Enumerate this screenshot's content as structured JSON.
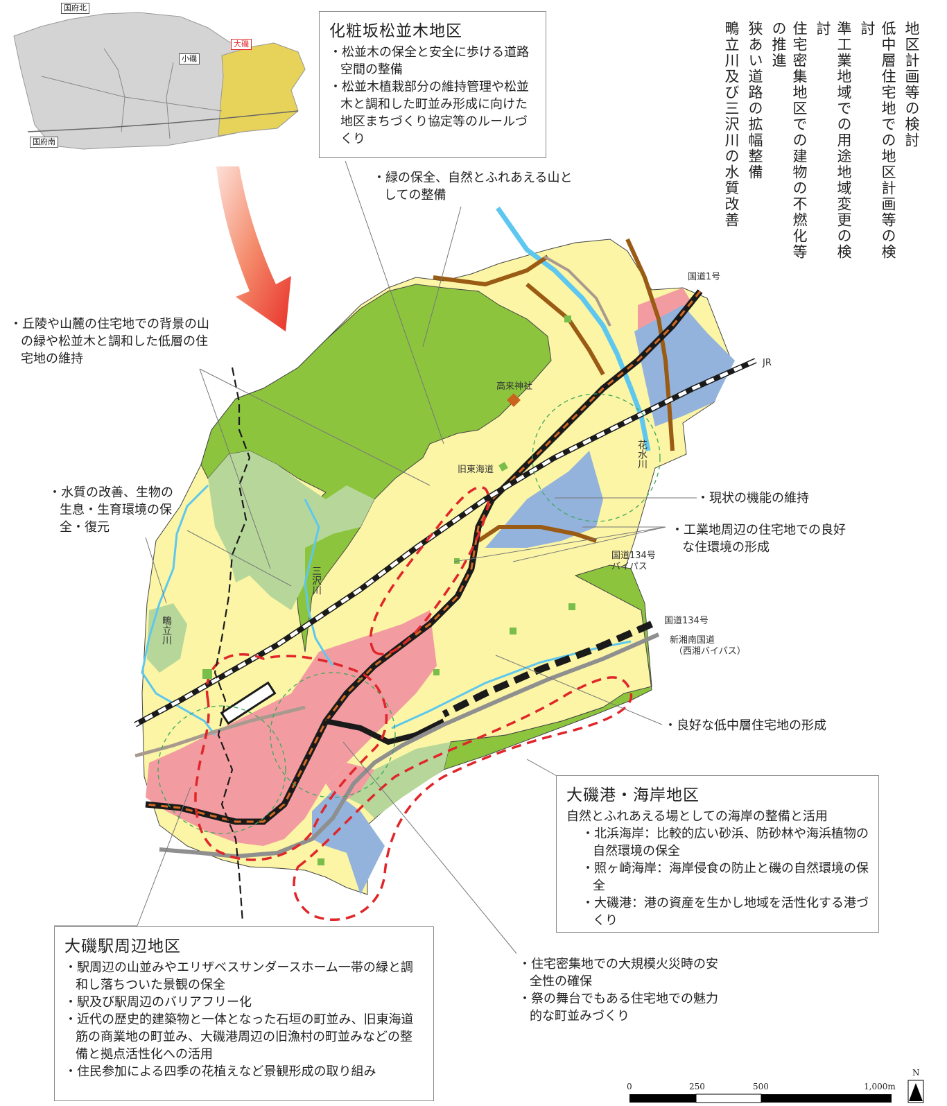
{
  "overview_tags": {
    "north": "国府北",
    "oiso": "大磯",
    "koiso": "小磯",
    "south": "国府南"
  },
  "districts": {
    "kewaizaka": {
      "title": "化粧坂松並木地区",
      "items": [
        "松並木の保全と安全に歩ける道路空間の整備",
        "松並木植栽部分の維持管理や松並木と調和した町並み形成に向けた地区まちづくり協定等のルールづくり"
      ]
    },
    "station": {
      "title": "大磯駅周辺地区",
      "items": [
        "駅周辺の山並みやエリザベスサンダースホーム一帯の緑と調和し落ちついた景観の保全",
        "駅及び駅周辺のバリアフリー化",
        "近代の歴史的建築物と一体となった石垣の町並み、旧東海道筋の商業地の町並み、大磯港周辺の旧漁村の町並みなどの整備と拠点活性化への活用",
        "住民参加による四季の花植えなど景観形成の取り組み"
      ]
    },
    "port": {
      "title": "大磯港・海岸地区",
      "lead": "自然とふれあえる場としての海岸の整備と活用",
      "items": [
        "北浜海岸：比較的広い砂浜、防砂林や海浜植物の自然環境の保全",
        "照ヶ崎海岸：海岸侵食の防止と磯の自然環境の保全",
        "大磯港：港の資産を生かし地域を活性化する港づくり"
      ]
    }
  },
  "vertical_notes": [
    "地区計画等の検討",
    "低中層住宅地での地区計画等の検討",
    "準工業地域での用途地域変更の検討",
    "住宅密集地区での建物の不燃化等の推進",
    "狭あい道路の拡幅整備",
    "鴫立川及び三沢川の水質改善"
  ],
  "notes": {
    "green": "緑の保全、自然とふれあえる山としての整備",
    "hillside": "丘陵や山麓の住宅地での背景の山の緑や松並木と調和した低層の住宅地の維持",
    "water": "水質の改善、生物の生息・生育環境の保全・復元",
    "maintain": "現状の機能の維持",
    "industrial": "工業地周辺の住宅地での良好な住環境の形成",
    "lowrise": "良好な低中層住宅地の形成",
    "fire": "住宅密集地での大規模火災時の安全性の確保",
    "festival": "祭の舞台でもある住宅地での魅力的な町並みづくり"
  },
  "map_labels": {
    "route1": "国道1号",
    "jr": "JR",
    "takaku": "高来神社",
    "kyutokaido": "旧東海道",
    "hanamizu": "花水川",
    "misawa": "三沢川",
    "shigitatsu": "鴫立川",
    "route134bp_1": "国道134号",
    "route134bp_2": "バイパス",
    "route134": "国道134号",
    "shinshonan_1": "新湘南国道",
    "shinshonan_2": "（西湘バイパス）"
  },
  "scale": {
    "s0": "0",
    "s250": "250",
    "s500": "500",
    "s1000": "1,000m",
    "north": "N"
  },
  "colors": {
    "residential_yellow": "#fbf5a5",
    "forest_green": "#8cc43e",
    "light_green": "#b7d79a",
    "commercial_pink": "#f29ca1",
    "industrial_blue": "#93b3dc",
    "river_blue": "#5ec7ef",
    "focus_red": "#e0262a",
    "road_brown": "#9a5b14"
  },
  "icons": {
    "arrow": "curved-arrow-icon",
    "shrine": "shrine-icon",
    "north": "north-arrow-icon"
  }
}
